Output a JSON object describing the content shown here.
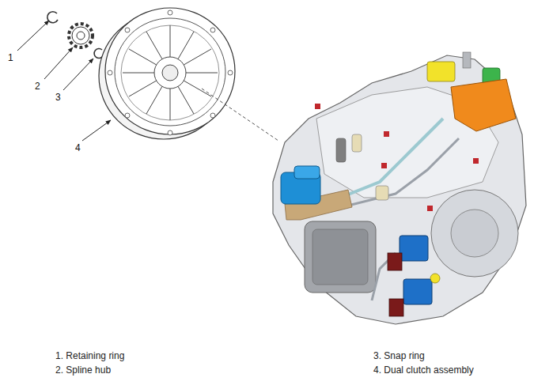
{
  "diagram": {
    "labels": [
      "1",
      "2",
      "3",
      "4",
      "1. Retaining ring",
      "2. Spline hub",
      "3. Snap ring",
      "4. Dual clutch assembly"
    ]
  }
}
